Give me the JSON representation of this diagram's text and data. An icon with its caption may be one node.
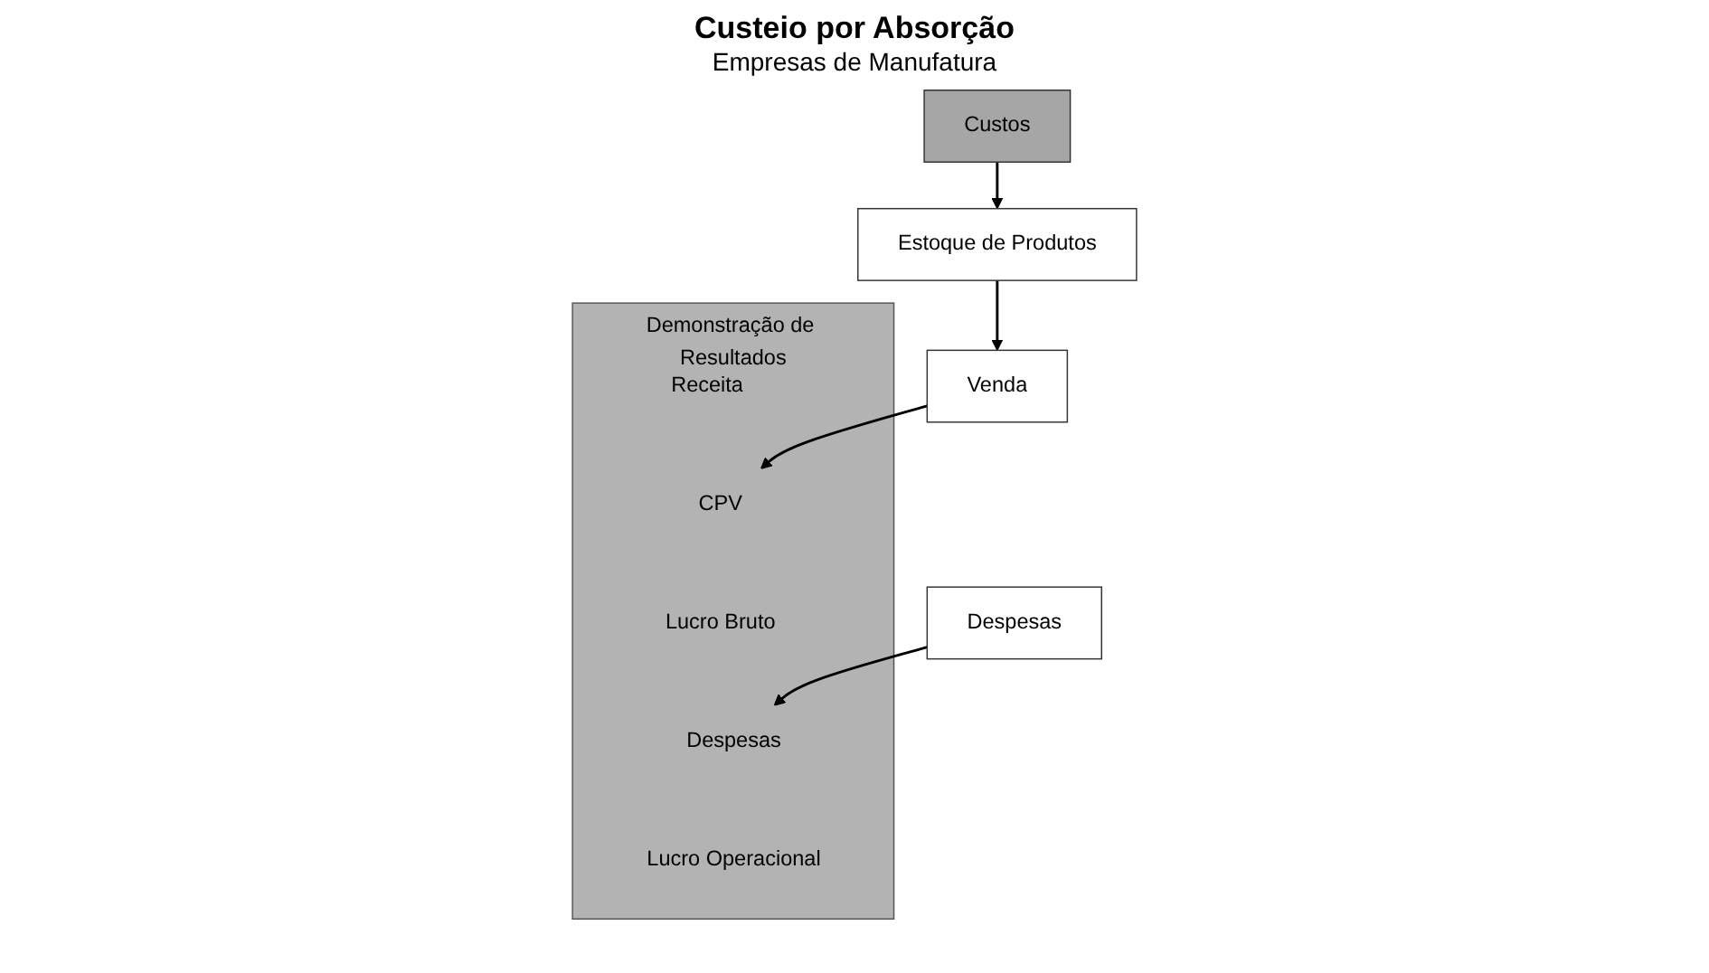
{
  "diagram": {
    "title": "Custeio por Absorção",
    "nodes": [
      {
        "text": [
          "Despesas"
        ]
      },
      {
        "text": [
          "Custos"
        ]
      },
      {
        "text": [
          "Estoque de Produtos"
        ]
      },
      {
        "text": [
          "Venda"
        ]
      },
      {
        "text": [
          "Demonstração de Resultados"
        ]
      },
      {
        "text": [
          "Receita"
        ],
        "in": 4
      },
      {
        "text": [
          "CPV"
        ],
        "in": 4
      },
      {
        "text": [
          "Lucro Bruto"
        ],
        "in": 4
      },
      {
        "text": [
          "Despesas"
        ],
        "in": 4
      },
      {
        "text": [
          "Lucro Operacional"
        ],
        "in": 4
      }
    ],
    "edges": [
      {
        "from": 1,
        "to": 2,
        "arrow": "to"
      },
      {
        "from": 2,
        "to": 3,
        "arrow": "to"
      },
      {
        "from": 3,
        "to": 6,
        "arrow": "to"
      },
      {
        "from": 0,
        "to": 8,
        "arrow": "to"
      }
    ],
    "labels": [
      "Empresas de Manufatura"
    ]
  }
}
